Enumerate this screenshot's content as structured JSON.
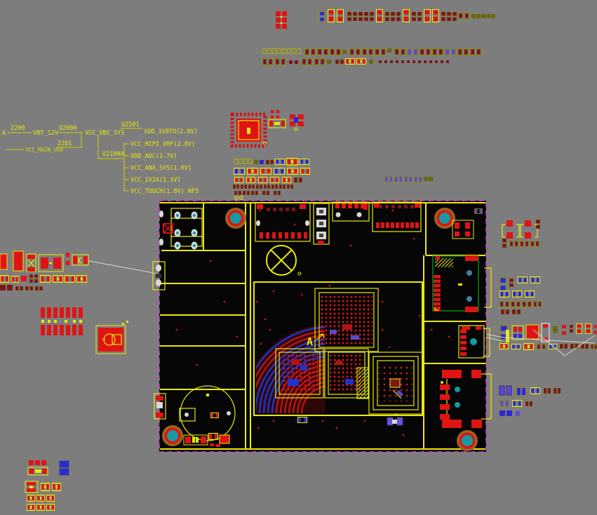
{
  "colors": {
    "canvas_bg": "#7d7d7d",
    "board_fill": "#060606",
    "board_outline": "#c828c8",
    "silkscreen_yellow": "#e9e909",
    "pad_red": "#e01414",
    "pad_dark_red": "#7d1616",
    "pad_blue": "#2a2ad2",
    "pad_purple": "#5f48d2",
    "pad_olive": "#7d7d00",
    "pad_gray": "#d9d9d9",
    "hole_teal": "#159aa2",
    "hole_ring_red": "#e01414",
    "hole_ring_brown": "#9a6420",
    "connector_green": "#0a8a0a",
    "trace_red": "#b41414",
    "trace_blue": "#1e32c8",
    "ratsnest_gray": "#d8d8c6"
  },
  "net_tree": {
    "source_label": "A",
    "ref_2200": "2200",
    "net_vbt": "VBT_12V",
    "ref_u2000": "U2000",
    "ref_2201": "2201",
    "net_main_usb": "VCC_MAIN_USB",
    "net_vbc_sys": "VCC_VBC_SYS",
    "ref_u2501": "U2501",
    "net_1v8": "VDD_1V8TO(2.8V)",
    "ref_u2100a": "U2100A",
    "branch_nets": [
      "VCC_MIPI_VRF(2.8V)",
      "VDD_ADC(2.7V)",
      "VCC_ANA_SYS(1.0V)",
      "VCC_1V2A(1.3V)",
      "VCC_TOUCH(1.8V) NF5"
    ]
  },
  "board": {
    "marker_a": "A"
  }
}
